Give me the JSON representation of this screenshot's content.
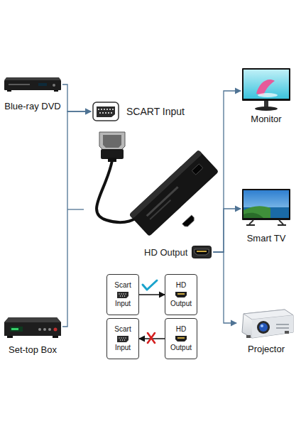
{
  "diagram": {
    "nodes": [
      {
        "text": [
          "Blue-ray DVD"
        ]
      },
      {
        "text": [
          "SCART Input"
        ]
      },
      {
        "text": [
          "Monitor"
        ]
      },
      {
        "text": [
          "Smart TV"
        ]
      },
      {
        "text": [
          "HD Output"
        ]
      },
      {
        "text": [
          "Scart Input"
        ]
      },
      {
        "text": [
          "HD Output"
        ]
      },
      {
        "text": [
          "Scart Input"
        ]
      },
      {
        "text": [
          "HD Output"
        ]
      },
      {
        "text": [
          "Set-top Box"
        ]
      },
      {
        "text": [
          "Projector"
        ]
      }
    ],
    "edges": [
      {
        "from": 0,
        "to": 1,
        "arrow": "to"
      },
      {
        "from": 9,
        "to": 1,
        "arrow": "to"
      },
      {
        "from": 4,
        "to": 2,
        "arrow": "to"
      },
      {
        "from": 4,
        "to": 3,
        "arrow": "to"
      },
      {
        "from": 4,
        "to": 10,
        "arrow": "to"
      },
      {
        "from": 5,
        "to": 6,
        "arrow": "to"
      },
      {
        "from": 8,
        "to": 7,
        "arrow": "to"
      }
    ]
  }
}
